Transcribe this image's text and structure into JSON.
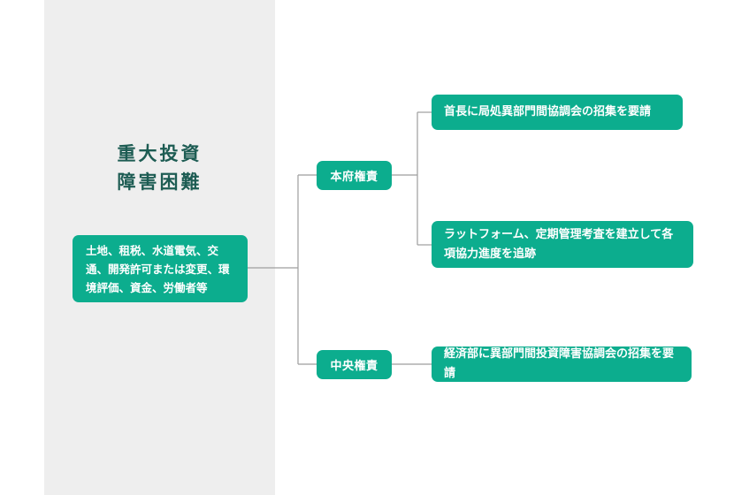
{
  "theme": {
    "background": "#ffffff",
    "panel_background": "#eeeeee",
    "node_color": "#0cad8e",
    "node_text_color": "#ffffff",
    "title_color": "#1d5c53",
    "connector_color": "#9e9e9e"
  },
  "title": {
    "line1": "重大投資",
    "line2": "障害困難"
  },
  "root_node": {
    "label": "土地、租税、水道電気、交通、開発許可または変更、環境評価、資金、労働者等"
  },
  "branches": [
    {
      "id": "local-authority",
      "label": "本府権責",
      "actions": [
        {
          "id": "action-1",
          "label": "首長に局処異部門間協調会の招集を要請"
        },
        {
          "id": "action-2",
          "label": "ラットフォーム、定期管理考査を建立して各項協力進度を追跡"
        }
      ]
    },
    {
      "id": "central-authority",
      "label": "中央権責",
      "actions": [
        {
          "id": "action-3",
          "label": "経済部に異部門間投資障害協調会の招集を要請"
        }
      ]
    }
  ]
}
